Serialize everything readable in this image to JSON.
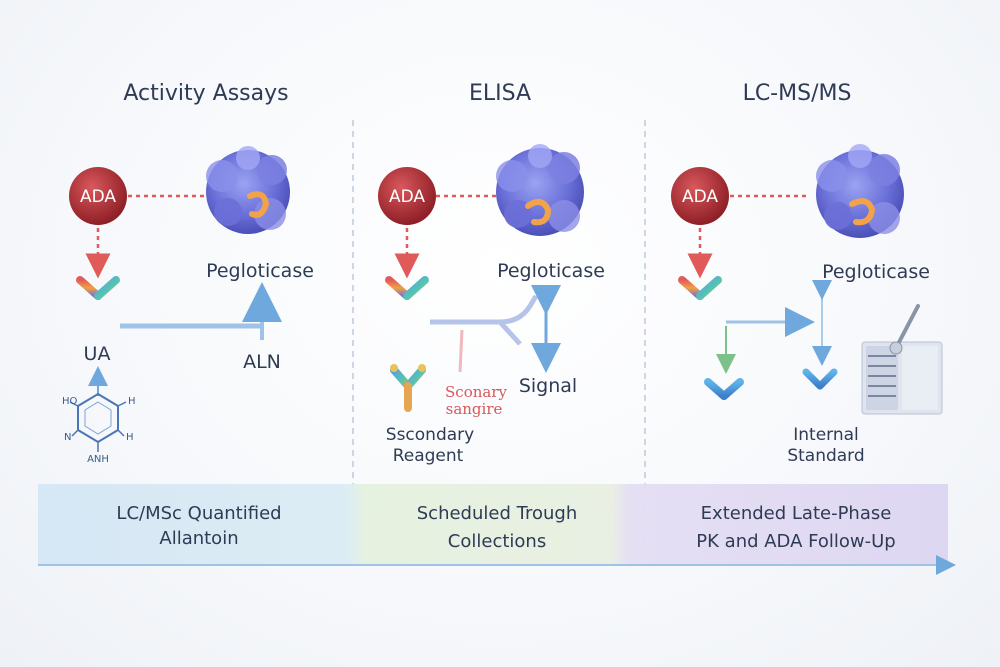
{
  "columns": [
    {
      "header": "Activity Assays",
      "ada": "ADA",
      "protein": "Pegloticase",
      "left_label": "UA",
      "right_label": "ALN",
      "chem": {
        "tl": "HO",
        "tr": "H",
        "bl": "N",
        "br": "H",
        "bottom": "ANH"
      }
    },
    {
      "header": "ELISA",
      "ada": "ADA",
      "protein": "Pegloticase",
      "signal": "Signal",
      "red_label_1": "Sconary",
      "red_label_2": "sangire",
      "reagent_1": "Sscondary",
      "reagent_2": "Reagent"
    },
    {
      "header": "LC-MS/MS",
      "ada": "ADA",
      "protein": "Pegloticase",
      "standard_1": "Internal",
      "standard_2": "Standard"
    }
  ],
  "band": [
    {
      "line1": "LC/MSc Quantified",
      "line2": "Allantoin"
    },
    {
      "line1": "Scheduled Trough",
      "line2": "Collections"
    },
    {
      "line1": "Extended Late-Phase",
      "line2": "PK and ADA Follow-Up"
    }
  ],
  "colors": {
    "ada": "#b8363c",
    "dotted": "#e05a5a",
    "arrow_blue": "#6fa8dc",
    "band_blue": "#d6e8f5",
    "band_green": "#e3f0dc",
    "band_purple": "#e4dcf3"
  }
}
